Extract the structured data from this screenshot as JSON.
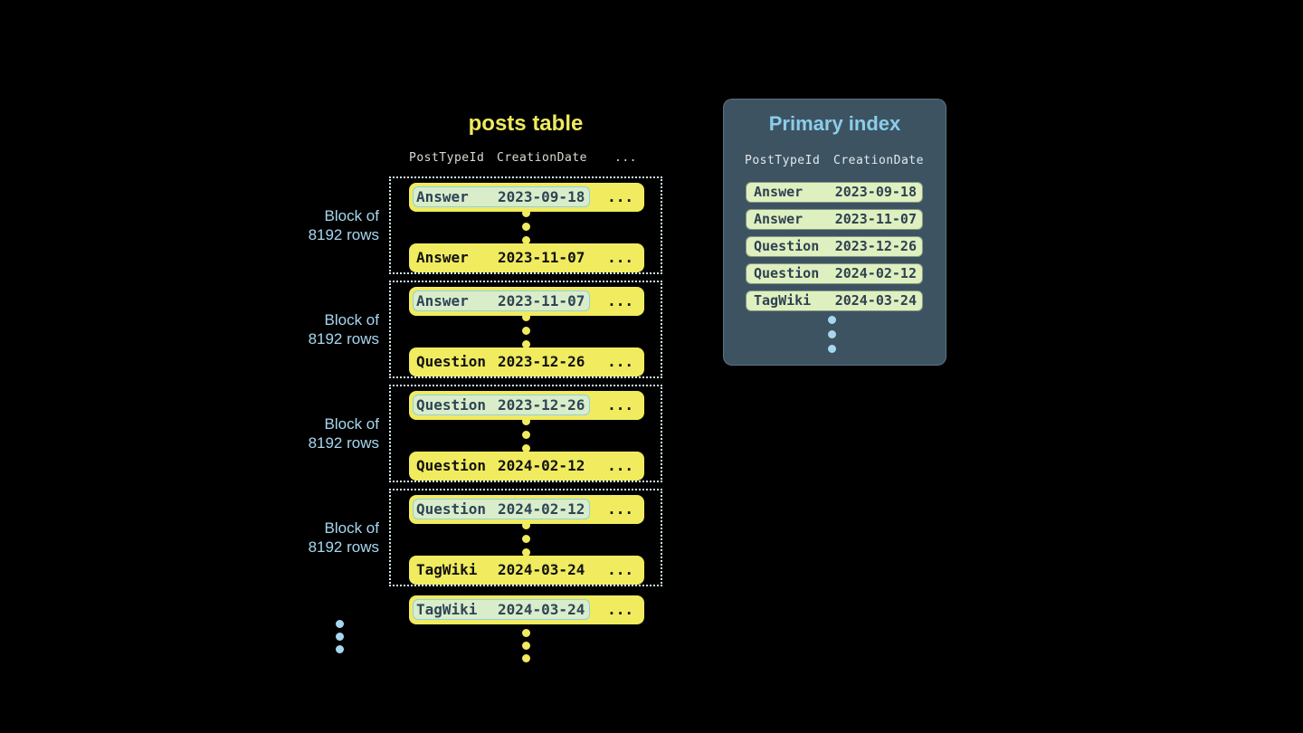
{
  "colors": {
    "background": "#000000",
    "row_yellow": "#f0eb5f",
    "highlight_fill": "#d9edca",
    "highlight_border": "#8fd0e9",
    "dark_slate_text": "#2f4457",
    "panel_background": "#3d5362",
    "panel_title_blue": "#8bcdea",
    "index_row_fill": "#dff0c0",
    "light_blue": "#a7d7ef",
    "dotted_block_border": "#cfe9f5",
    "header_text": "#d9ddd3",
    "title_yellow": "#eeea5e"
  },
  "posts_table": {
    "title": "posts table",
    "columns": [
      "PostTypeId",
      "CreationDate",
      "..."
    ],
    "ellipsis": "...",
    "block_label_line1": "Block of",
    "block_label_line2": "8192 rows",
    "blocks": [
      {
        "first": {
          "type": "Answer",
          "date": "2023-09-18"
        },
        "last": {
          "type": "Answer",
          "date": "2023-11-07"
        }
      },
      {
        "first": {
          "type": "Answer",
          "date": "2023-11-07"
        },
        "last": {
          "type": "Question",
          "date": "2023-12-26"
        }
      },
      {
        "first": {
          "type": "Question",
          "date": "2023-12-26"
        },
        "last": {
          "type": "Question",
          "date": "2024-02-12"
        }
      },
      {
        "first": {
          "type": "Question",
          "date": "2024-02-12"
        },
        "last": {
          "type": "TagWiki",
          "date": "2024-03-24"
        }
      }
    ],
    "overflow_row": {
      "type": "TagWiki",
      "date": "2024-03-24"
    }
  },
  "primary_index": {
    "title": "Primary index",
    "columns": [
      "PostTypeId",
      "CreationDate"
    ],
    "rows": [
      {
        "type": "Answer",
        "date": "2023-09-18"
      },
      {
        "type": "Answer",
        "date": "2023-11-07"
      },
      {
        "type": "Question",
        "date": "2023-12-26"
      },
      {
        "type": "Question",
        "date": "2024-02-12"
      },
      {
        "type": "TagWiki",
        "date": "2024-03-24"
      }
    ]
  }
}
